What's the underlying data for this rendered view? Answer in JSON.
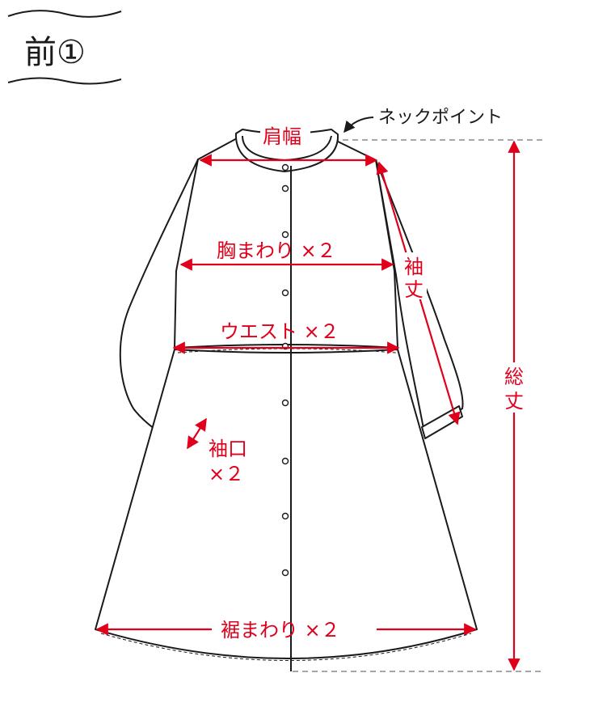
{
  "title": "前①",
  "labels": {
    "neck_point": "ネックポイント",
    "shoulder_width": "肩幅",
    "chest": "胸まわり ×２",
    "sleeve_length_1": "袖",
    "sleeve_length_2": "丈",
    "waist": "ウエスト ×２",
    "total_length_1": "総",
    "total_length_2": "丈",
    "cuff_1": "袖口",
    "cuff_2": "×２",
    "hem": "裾まわり ×２"
  },
  "colors": {
    "measure": "#e0001b",
    "outline": "#1a1a1a",
    "guide": "#999999"
  }
}
